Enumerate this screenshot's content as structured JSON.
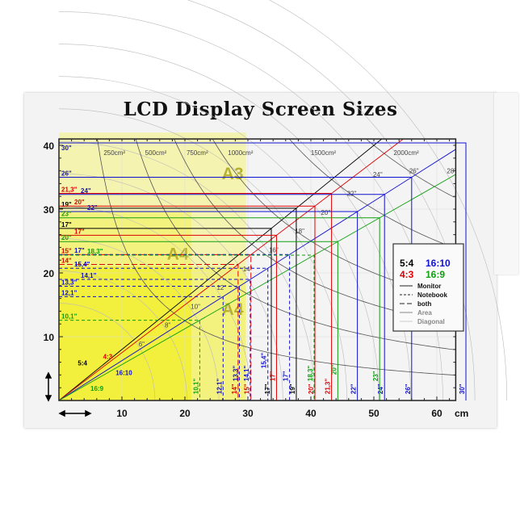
{
  "title": "LCD Display Screen Sizes",
  "chart_data": {
    "type": "line",
    "title": "LCD Display Screen Sizes",
    "xlabel": "cm",
    "x_ticks": [
      10,
      20,
      30,
      40,
      50,
      60
    ],
    "y_ticks": [
      10,
      20,
      30,
      40
    ],
    "xlim": [
      0,
      63
    ],
    "ylim": [
      0,
      41
    ],
    "colors": {
      "5:4": "#000000",
      "4:3": "#e00000",
      "16:10": "#1010d0",
      "16:9": "#10a010"
    },
    "ratios": [
      {
        "name": "5:4",
        "w": 5,
        "h": 4
      },
      {
        "name": "4:3",
        "w": 4,
        "h": 3
      },
      {
        "name": "16:10",
        "w": 16,
        "h": 10
      },
      {
        "name": "16:9",
        "w": 16,
        "h": 9
      }
    ],
    "screens": [
      {
        "label": "17\"",
        "diag": 17,
        "ratio": "5:4",
        "kind": "monitor"
      },
      {
        "label": "19\"",
        "diag": 19,
        "ratio": "5:4",
        "kind": "monitor"
      },
      {
        "label": "14\"",
        "diag": 14,
        "ratio": "4:3",
        "kind": "both"
      },
      {
        "label": "15\"",
        "diag": 15,
        "ratio": "4:3",
        "kind": "both"
      },
      {
        "label": "17\"",
        "diag": 17,
        "ratio": "4:3",
        "kind": "monitor"
      },
      {
        "label": "20\"",
        "diag": 20,
        "ratio": "4:3",
        "kind": "monitor"
      },
      {
        "label": "21,3\"",
        "diag": 21.3,
        "ratio": "4:3",
        "kind": "monitor"
      },
      {
        "label": "12,1\"",
        "diag": 12.1,
        "ratio": "16:10",
        "kind": "notebook"
      },
      {
        "label": "13,3\"",
        "diag": 13.3,
        "ratio": "16:10",
        "kind": "notebook"
      },
      {
        "label": "14,1\"",
        "diag": 14.1,
        "ratio": "16:10",
        "kind": "notebook"
      },
      {
        "label": "15,4\"",
        "diag": 15.4,
        "ratio": "16:10",
        "kind": "notebook"
      },
      {
        "label": "17\"",
        "diag": 17,
        "ratio": "16:10",
        "kind": "notebook"
      },
      {
        "label": "22\"",
        "diag": 22,
        "ratio": "16:10",
        "kind": "monitor"
      },
      {
        "label": "24\"",
        "diag": 24,
        "ratio": "16:10",
        "kind": "monitor"
      },
      {
        "label": "26\"",
        "diag": 26,
        "ratio": "16:10",
        "kind": "monitor"
      },
      {
        "label": "30\"",
        "diag": 30,
        "ratio": "16:10",
        "kind": "monitor"
      },
      {
        "label": "10,1\"",
        "diag": 10.1,
        "ratio": "16:9",
        "kind": "notebook"
      },
      {
        "label": "18,3\"",
        "diag": 18.3,
        "ratio": "16:9",
        "kind": "notebook"
      },
      {
        "label": "20\"",
        "diag": 20,
        "ratio": "16:9",
        "kind": "monitor"
      },
      {
        "label": "23\"",
        "diag": 23,
        "ratio": "16:9",
        "kind": "monitor"
      }
    ],
    "areas": [
      {
        "label": "250cm²",
        "value": 250
      },
      {
        "label": "500cm²",
        "value": 500
      },
      {
        "label": "750cm²",
        "value": 750
      },
      {
        "label": "1000cm²",
        "value": 1000
      },
      {
        "label": "1500cm²",
        "value": 1500
      },
      {
        "label": "2000cm²",
        "value": 2000
      }
    ],
    "diagonals": [
      {
        "label": "6\"",
        "value": 6
      },
      {
        "label": "8\"",
        "value": 8
      },
      {
        "label": "10\"",
        "value": 10
      },
      {
        "label": "12\"",
        "value": 12
      },
      {
        "label": "14\"",
        "value": 14
      },
      {
        "label": "16\"",
        "value": 16
      },
      {
        "label": "18\"",
        "value": 18
      },
      {
        "label": "20\"",
        "value": 20
      },
      {
        "label": "22\"",
        "value": 22
      },
      {
        "label": "24\"",
        "value": 24
      },
      {
        "label": "26\"",
        "value": 26
      },
      {
        "label": "28\"",
        "value": 28
      }
    ],
    "paper": [
      {
        "label": "A4",
        "w": 21,
        "h": 29.7
      },
      {
        "label": "A3",
        "w": 29.7,
        "h": 42
      },
      {
        "label": "A4",
        "w": 29.7,
        "h": 21
      }
    ],
    "legend": {
      "placement": "right",
      "ratios": [
        "5:4",
        "16:10",
        "4:3",
        "16:9"
      ],
      "styles": [
        {
          "label": "Monitor",
          "kind": "monitor"
        },
        {
          "label": "Notebook",
          "kind": "notebook"
        },
        {
          "label": "both",
          "kind": "both"
        },
        {
          "label": "Area",
          "kind": "area"
        },
        {
          "label": "Diagonal",
          "kind": "diagonal"
        }
      ]
    }
  }
}
